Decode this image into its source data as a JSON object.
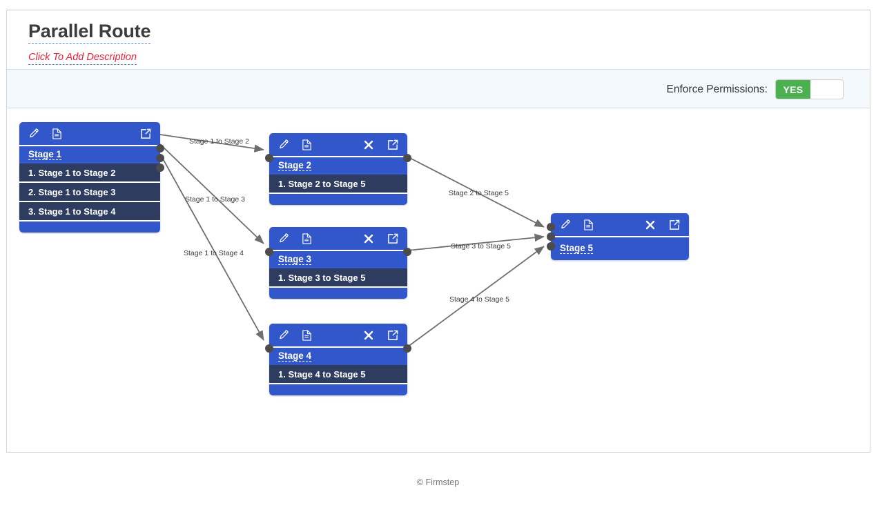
{
  "header": {
    "title": "Parallel Route",
    "description": "Click To Add Description"
  },
  "permissions": {
    "label": "Enforce Permissions:",
    "toggle_value": "YES",
    "toggle_on_color": "#4cb050"
  },
  "colors": {
    "node_blue": "#3257ca",
    "transition_navy": "#2e3c5f",
    "edge_gray": "#6e6e6e",
    "port": "#4c4c4c",
    "title_text": "#3c3c3c",
    "description_text": "#e8243c",
    "panel_bg": "#f3f9fd"
  },
  "icons": {
    "edit": "pencil-icon",
    "document": "document-icon",
    "delete": "close-icon",
    "open": "external-link-icon"
  },
  "nodes": [
    {
      "id": "stage1",
      "title": "Stage 1",
      "has_delete": false,
      "transitions": [
        "1. Stage 1 to Stage 2",
        "2. Stage 1 to Stage 3",
        "3. Stage 1 to Stage 4"
      ]
    },
    {
      "id": "stage2",
      "title": "Stage 2",
      "has_delete": true,
      "transitions": [
        "1. Stage 2 to Stage 5"
      ]
    },
    {
      "id": "stage3",
      "title": "Stage 3",
      "has_delete": true,
      "transitions": [
        "1. Stage 3 to Stage 5"
      ]
    },
    {
      "id": "stage4",
      "title": "Stage 4",
      "has_delete": true,
      "transitions": [
        "1. Stage 4 to Stage 5"
      ]
    },
    {
      "id": "stage5",
      "title": "Stage 5",
      "has_delete": true,
      "transitions": []
    }
  ],
  "edges": [
    {
      "id": "e1",
      "label": "Stage 1 to Stage 2"
    },
    {
      "id": "e2",
      "label": "Stage 1 to Stage 3"
    },
    {
      "id": "e3",
      "label": "Stage 1 to Stage 4"
    },
    {
      "id": "e4",
      "label": "Stage 2 to Stage 5"
    },
    {
      "id": "e5",
      "label": "Stage 3 to Stage 5"
    },
    {
      "id": "e6",
      "label": "Stage 4 to Stage 5"
    }
  ],
  "footer": {
    "copyright": "© Firmstep"
  }
}
